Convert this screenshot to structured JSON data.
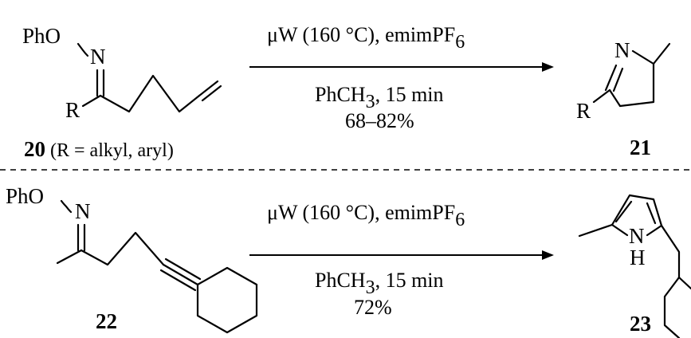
{
  "reaction1": {
    "reactant": {
      "number": "20",
      "r_label": "R",
      "n_label": "N",
      "pho_label": "PhO",
      "note": "(R = alkyl, aryl)"
    },
    "conditions": {
      "above_prefix": "μW (160 °C), emimPF",
      "above_sub": "6",
      "below_line1_prefix": "PhCH",
      "below_line1_sub": "3",
      "below_line1_suffix": ", 15 min",
      "yield": "68–82%"
    },
    "product": {
      "number": "21",
      "r_label": "R",
      "n_label": "N"
    }
  },
  "reaction2": {
    "reactant": {
      "number": "22",
      "pho_label": "PhO",
      "n_label": "N"
    },
    "conditions": {
      "above_prefix": "μW (160 °C), emimPF",
      "above_sub": "6",
      "below_line1_prefix": "PhCH",
      "below_line1_sub": "3",
      "below_line1_suffix": ", 15 min",
      "yield": "72%"
    },
    "product": {
      "number": "23",
      "n_label": "N",
      "h_label": "H"
    }
  }
}
